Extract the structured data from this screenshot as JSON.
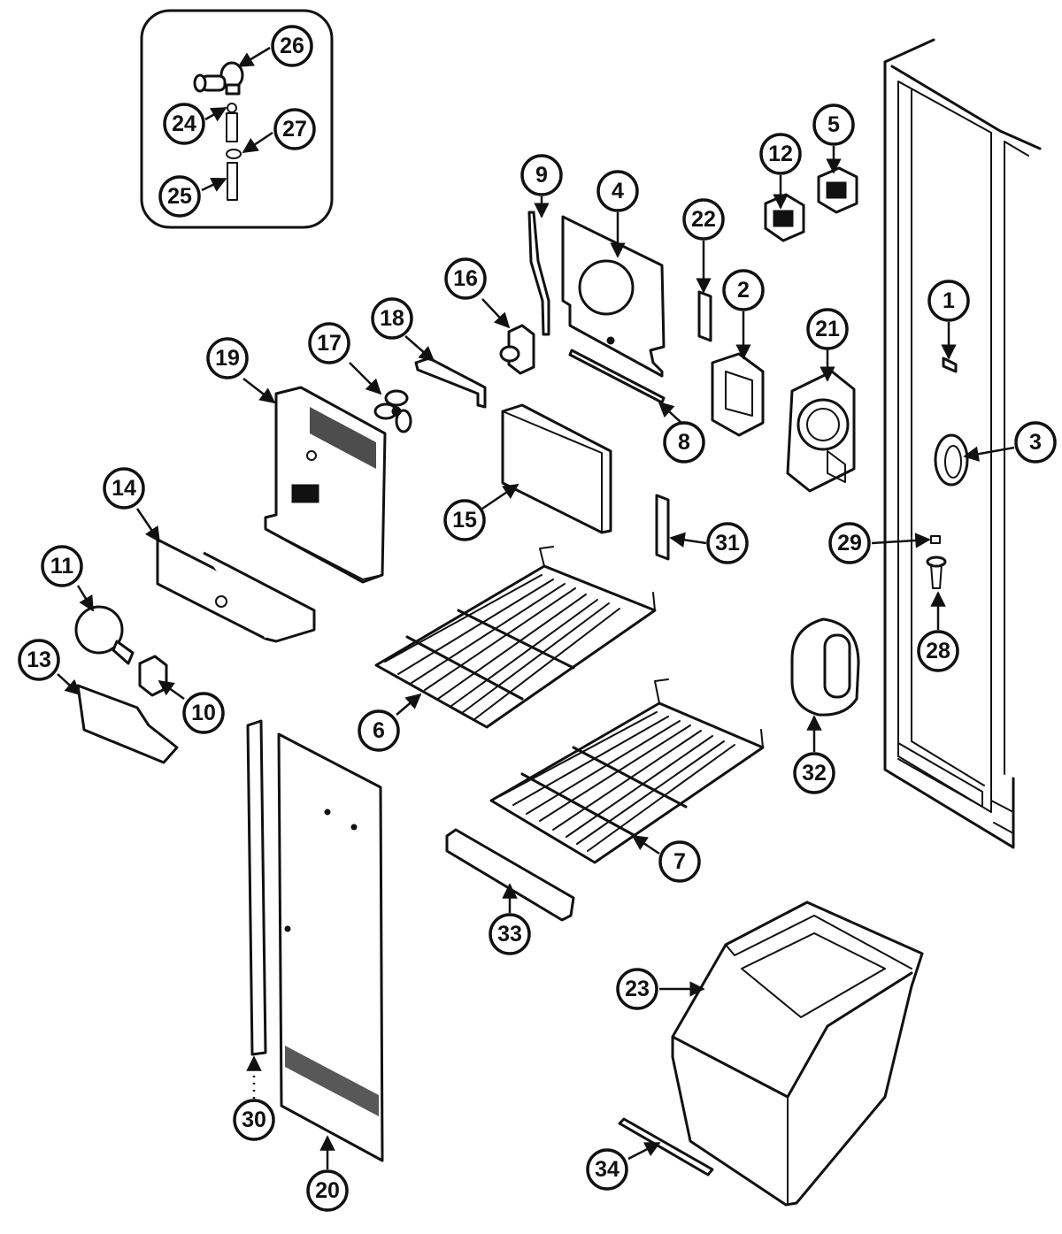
{
  "colors": {
    "line": "#111111",
    "background": "#ffffff"
  },
  "callouts": [
    {
      "label": "1"
    },
    {
      "label": "2"
    },
    {
      "label": "3"
    },
    {
      "label": "4"
    },
    {
      "label": "5"
    },
    {
      "label": "6"
    },
    {
      "label": "7"
    },
    {
      "label": "8"
    },
    {
      "label": "9"
    },
    {
      "label": "10"
    },
    {
      "label": "11"
    },
    {
      "label": "12"
    },
    {
      "label": "13"
    },
    {
      "label": "14"
    },
    {
      "label": "15"
    },
    {
      "label": "16"
    },
    {
      "label": "17"
    },
    {
      "label": "18"
    },
    {
      "label": "19"
    },
    {
      "label": "20"
    },
    {
      "label": "21"
    },
    {
      "label": "22"
    },
    {
      "label": "23"
    },
    {
      "label": "24"
    },
    {
      "label": "25"
    },
    {
      "label": "26"
    },
    {
      "label": "27"
    },
    {
      "label": "28"
    },
    {
      "label": "29"
    },
    {
      "label": "30"
    },
    {
      "label": "31"
    },
    {
      "label": "32"
    },
    {
      "label": "33"
    },
    {
      "label": "34"
    }
  ]
}
